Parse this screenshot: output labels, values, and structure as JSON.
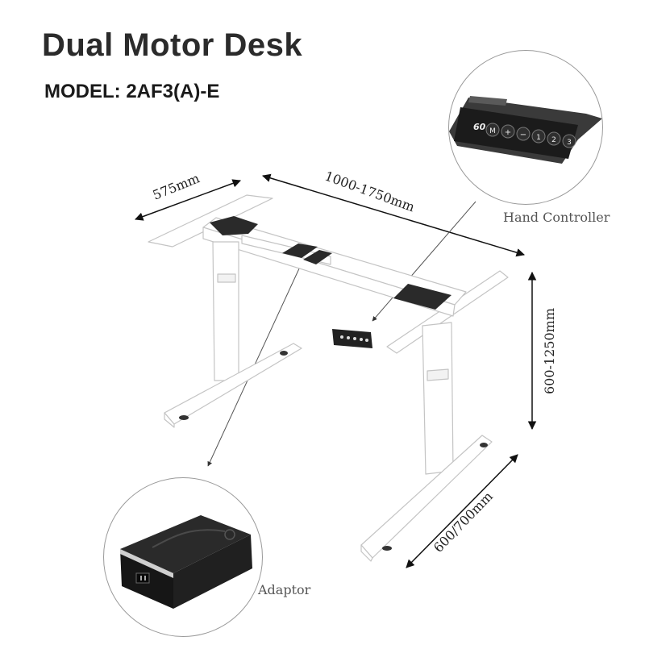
{
  "title": "Dual Motor Desk",
  "model": "MODEL: 2AF3(A)-E",
  "dimensions": {
    "depth": "575mm",
    "length": "1000-1750mm",
    "height": "600-1250mm",
    "feet": "600/700mm"
  },
  "callouts": {
    "hand_controller": "Hand Controller",
    "adaptor": "Adaptor"
  },
  "controller": {
    "display": "60.0",
    "buttons": [
      "M",
      "+",
      "−",
      "1",
      "2",
      "3"
    ]
  },
  "colors": {
    "frame": "#ffffff",
    "frame_outline": "#c9c9c9",
    "pad": "#2a2a2a",
    "adaptor": "#1e1e1e"
  }
}
